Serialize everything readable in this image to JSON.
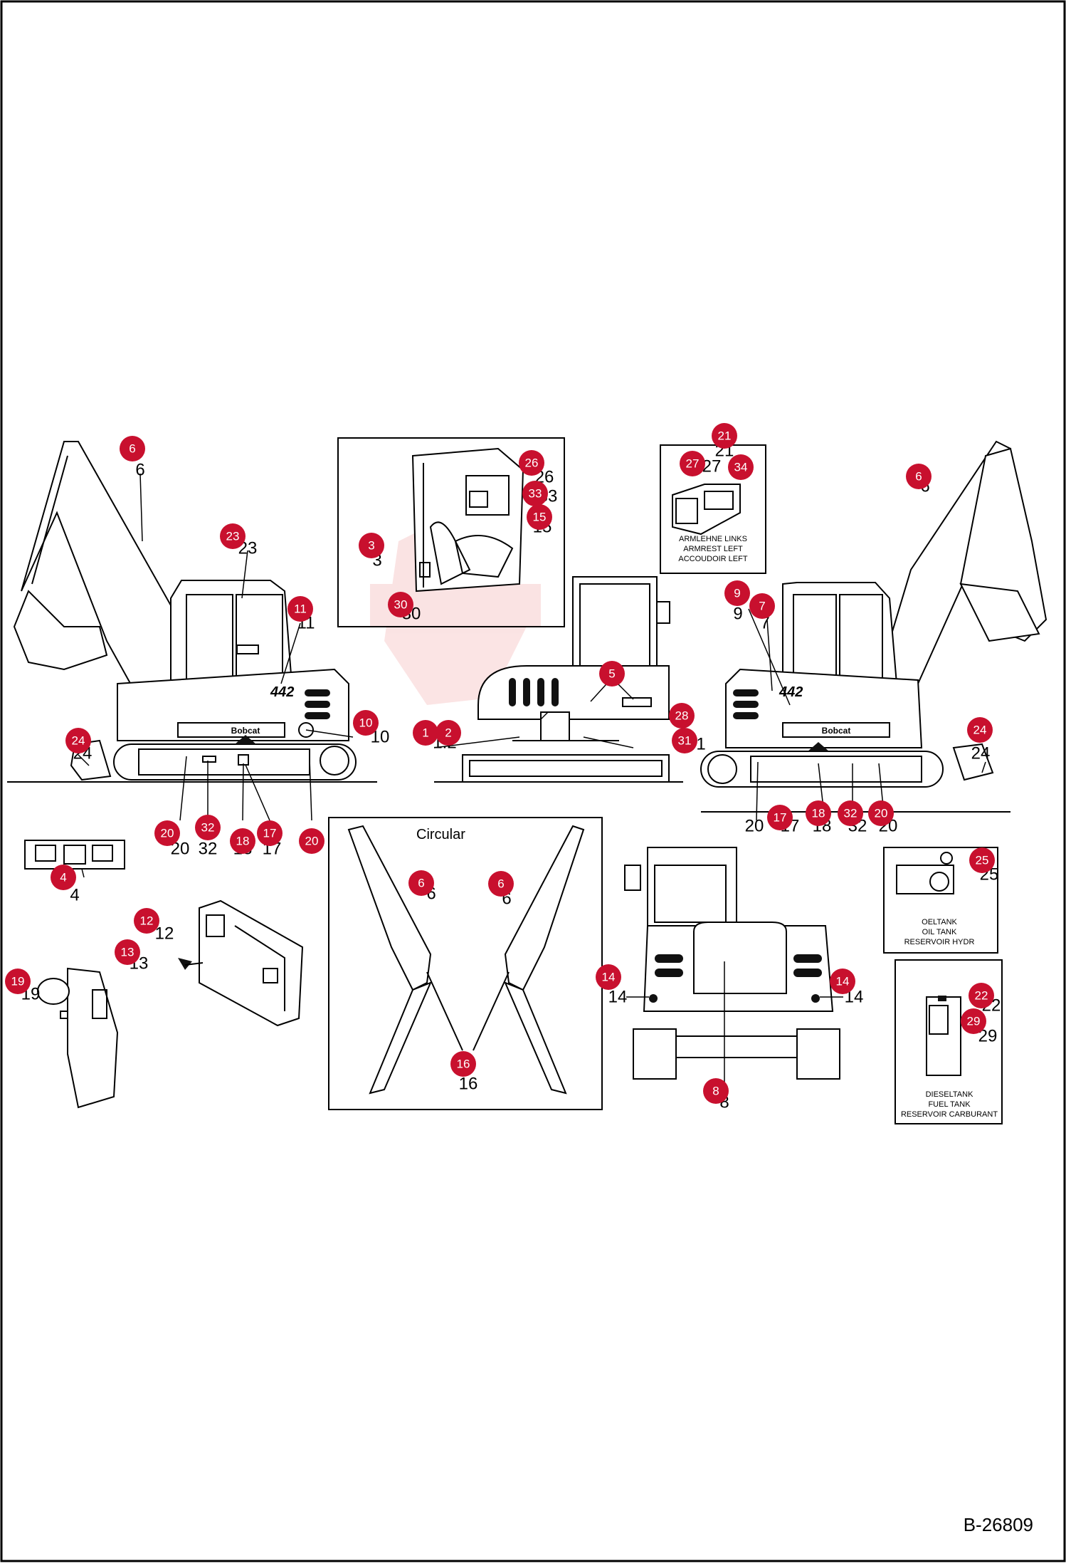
{
  "figure": {
    "drawing_number": "B-26809",
    "inset_label_circular": "Circular",
    "armrest_caption": [
      "ARMLEHNE LINKS",
      "ARMREST LEFT",
      "ACCOUDOIR LEFT"
    ],
    "oil_tank_caption": [
      "OELTANK",
      "OIL TANK",
      "RESERVOIR HYDR"
    ],
    "fuel_tank_caption": [
      "DIESELTANK",
      "FUEL TANK",
      "RESERVOIR CARBURANT"
    ],
    "model_number": "442",
    "brand": "Bobcat"
  },
  "colors": {
    "callout_fill": "#c8102e",
    "line": "#000000",
    "watermark": "#e24c4c"
  },
  "callouts": [
    {
      "id": "c-6-left",
      "number": "6"
    },
    {
      "id": "c-23",
      "number": "23"
    },
    {
      "id": "c-11",
      "number": "11"
    },
    {
      "id": "c-10",
      "number": "10"
    },
    {
      "id": "c-24-left",
      "number": "24"
    },
    {
      "id": "c-20-a",
      "number": "20"
    },
    {
      "id": "c-32-left",
      "number": "32"
    },
    {
      "id": "c-18-left",
      "number": "18"
    },
    {
      "id": "c-17-left",
      "number": "17"
    },
    {
      "id": "c-20-b",
      "number": "20"
    },
    {
      "id": "c-4",
      "number": "4"
    },
    {
      "id": "c-12",
      "number": "12"
    },
    {
      "id": "c-13",
      "number": "13"
    },
    {
      "id": "c-19",
      "number": "19"
    },
    {
      "id": "c-26",
      "number": "26"
    },
    {
      "id": "c-33",
      "number": "33"
    },
    {
      "id": "c-15",
      "number": "15"
    },
    {
      "id": "c-3",
      "number": "3"
    },
    {
      "id": "c-30",
      "number": "30"
    },
    {
      "id": "c-5",
      "number": "5"
    },
    {
      "id": "c-1",
      "number": "1"
    },
    {
      "id": "c-2",
      "number": "2"
    },
    {
      "id": "c-28",
      "number": "28"
    },
    {
      "id": "c-31",
      "number": "31"
    },
    {
      "id": "c-21",
      "number": "21"
    },
    {
      "id": "c-27",
      "number": "27"
    },
    {
      "id": "c-34",
      "number": "34"
    },
    {
      "id": "c-6-right",
      "number": "6"
    },
    {
      "id": "c-9",
      "number": "9"
    },
    {
      "id": "c-7",
      "number": "7"
    },
    {
      "id": "c-24-right",
      "number": "24"
    },
    {
      "id": "c-17-right",
      "number": "17"
    },
    {
      "id": "c-18-right",
      "number": "18"
    },
    {
      "id": "c-32-right",
      "number": "32"
    },
    {
      "id": "c-20-right",
      "number": "20"
    },
    {
      "id": "c-6-circ-a",
      "number": "6"
    },
    {
      "id": "c-6-circ-b",
      "number": "6"
    },
    {
      "id": "c-16",
      "number": "16"
    },
    {
      "id": "c-25",
      "number": "25"
    },
    {
      "id": "c-14-left",
      "number": "14"
    },
    {
      "id": "c-14-right",
      "number": "14"
    },
    {
      "id": "c-8",
      "number": "8"
    },
    {
      "id": "c-22",
      "number": "22"
    },
    {
      "id": "c-29",
      "number": "29"
    }
  ],
  "part_labels": [
    {
      "id": "p-6-left",
      "text": "6"
    },
    {
      "id": "p-23",
      "text": "23"
    },
    {
      "id": "p-11",
      "text": "11"
    },
    {
      "id": "p-10",
      "text": "10"
    },
    {
      "id": "p-24-left",
      "text": "24"
    },
    {
      "id": "p-20-a",
      "text": "20"
    },
    {
      "id": "p-32-left",
      "text": "32"
    },
    {
      "id": "p-18-left",
      "text": "18"
    },
    {
      "id": "p-17-left",
      "text": "17"
    },
    {
      "id": "p-20-b",
      "text": "20"
    },
    {
      "id": "p-4",
      "text": "4"
    },
    {
      "id": "p-12",
      "text": "12"
    },
    {
      "id": "p-13",
      "text": "13"
    },
    {
      "id": "p-19",
      "text": "19"
    },
    {
      "id": "p-26",
      "text": "26"
    },
    {
      "id": "p-33",
      "text": "33"
    },
    {
      "id": "p-15",
      "text": "15"
    },
    {
      "id": "p-3",
      "text": "3"
    },
    {
      "id": "p-30",
      "text": "30"
    },
    {
      "id": "p-12-mid",
      "text": "1.2"
    },
    {
      "id": "p-1-mid",
      "text": "1"
    },
    {
      "id": "p-21",
      "text": "21"
    },
    {
      "id": "p-27",
      "text": "27"
    },
    {
      "id": "p-6-right",
      "text": "6"
    },
    {
      "id": "p-9",
      "text": "9"
    },
    {
      "id": "p-7",
      "text": "7"
    },
    {
      "id": "p-24-right",
      "text": "24"
    },
    {
      "id": "p-20-r1",
      "text": "20"
    },
    {
      "id": "p-17-right",
      "text": "17"
    },
    {
      "id": "p-18-right",
      "text": "18"
    },
    {
      "id": "p-32-right",
      "text": "32"
    },
    {
      "id": "p-20-r2",
      "text": "20"
    },
    {
      "id": "p-6-circ-a",
      "text": "6"
    },
    {
      "id": "p-6-circ-b",
      "text": "6"
    },
    {
      "id": "p-16",
      "text": "16"
    },
    {
      "id": "p-25",
      "text": "25"
    },
    {
      "id": "p-14-left",
      "text": "14"
    },
    {
      "id": "p-14-right",
      "text": "14"
    },
    {
      "id": "p-8",
      "text": "8"
    },
    {
      "id": "p-22",
      "text": "22"
    },
    {
      "id": "p-29",
      "text": "29"
    }
  ]
}
